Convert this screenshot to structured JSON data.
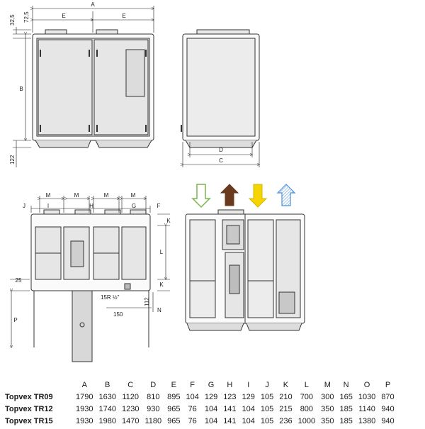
{
  "figure": {
    "dimension_labels": {
      "A": "A",
      "B": "B",
      "C": "C",
      "D": "D",
      "E": "E",
      "F": "F",
      "G": "G",
      "H": "H",
      "I": "I",
      "J": "J",
      "K": "K",
      "L": "L",
      "M": "M",
      "N": "N",
      "P": "P"
    },
    "numeric_labels": {
      "d32_5": "32,5",
      "d72_5": "72,5",
      "d122": "122",
      "d25": "25",
      "d112": "112",
      "d150": "150",
      "pipe": "15R ½\""
    },
    "airflow_arrows": [
      {
        "name": "outdoor-air",
        "direction": "down",
        "color": "#7ab648",
        "style": "outline"
      },
      {
        "name": "extract-air",
        "direction": "up",
        "color": "#6b3a1e",
        "style": "solid"
      },
      {
        "name": "supply-air",
        "direction": "down",
        "color": "#f5d400",
        "style": "solid"
      },
      {
        "name": "exhaust-air",
        "direction": "up",
        "color": "#4a90d9",
        "style": "hatched"
      }
    ]
  },
  "table": {
    "columns": [
      "A",
      "B",
      "C",
      "D",
      "E",
      "F",
      "G",
      "H",
      "I",
      "J",
      "K",
      "L",
      "M",
      "N",
      "O",
      "P"
    ],
    "rows": [
      {
        "model": "Topvex TR09",
        "values": [
          "1790",
          "1630",
          "1120",
          "810",
          "895",
          "104",
          "129",
          "123",
          "129",
          "105",
          "210",
          "700",
          "300",
          "165",
          "1030",
          "870"
        ]
      },
      {
        "model": "Topvex TR12",
        "values": [
          "1930",
          "1740",
          "1230",
          "930",
          "965",
          "76",
          "104",
          "141",
          "104",
          "105",
          "215",
          "800",
          "350",
          "185",
          "1140",
          "940"
        ]
      },
      {
        "model": "Topvex TR15",
        "values": [
          "1930",
          "1980",
          "1470",
          "1180",
          "965",
          "76",
          "104",
          "141",
          "104",
          "105",
          "236",
          "1000",
          "350",
          "185",
          "1380",
          "940"
        ]
      }
    ]
  }
}
